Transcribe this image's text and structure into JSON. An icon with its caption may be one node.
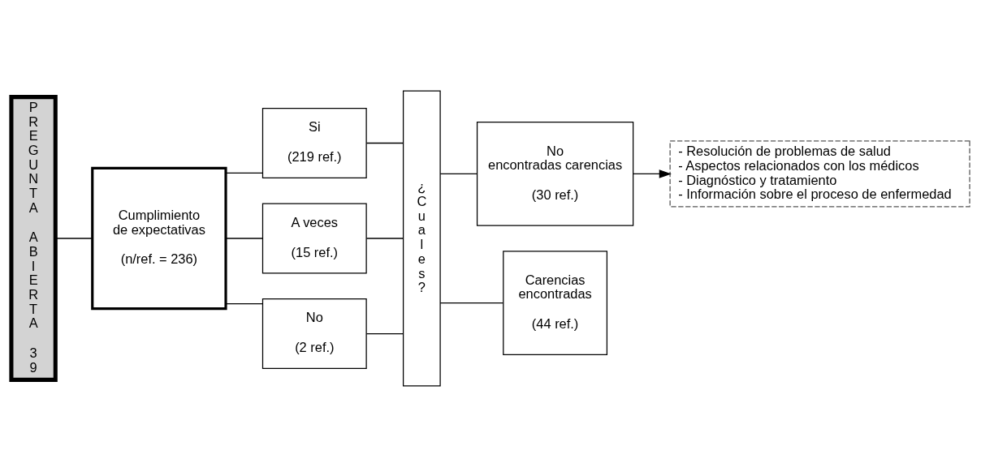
{
  "diagram": {
    "nodes": [
      {
        "text": [
          "PREGUNTA ABIERTA",
          "39"
        ]
      },
      {
        "text": [
          "Cumplimiento de expectativas",
          "(n/ref. = 236)"
        ]
      },
      {
        "text": [
          "Si",
          "(219 ref.)"
        ]
      },
      {
        "text": [
          "A veces",
          "(15 ref.)"
        ]
      },
      {
        "text": [
          "No",
          "(2 ref.)"
        ]
      },
      {
        "text": [
          "¿Cuales?"
        ]
      },
      {
        "text": [
          "No encontradas carencias",
          "(30 ref.)"
        ]
      },
      {
        "text": [
          "Carencias encontradas",
          "(44 ref.)"
        ]
      },
      {
        "text": [
          "- Resolución de problemas de salud",
          "- Aspectos relacionados con los médicos",
          "- Diagnóstico y tratamiento",
          "- Información sobre el proceso de enfermedad"
        ]
      }
    ],
    "edges": [
      {
        "from": 0,
        "to": 1,
        "arrow": "none"
      },
      {
        "from": 1,
        "to": 2,
        "arrow": "none"
      },
      {
        "from": 1,
        "to": 3,
        "arrow": "none"
      },
      {
        "from": 1,
        "to": 4,
        "arrow": "none"
      },
      {
        "from": 2,
        "to": 5,
        "arrow": "none"
      },
      {
        "from": 3,
        "to": 5,
        "arrow": "none"
      },
      {
        "from": 4,
        "to": 5,
        "arrow": "none"
      },
      {
        "from": 5,
        "to": 6,
        "arrow": "none"
      },
      {
        "from": 5,
        "to": 7,
        "arrow": "none"
      },
      {
        "from": 6,
        "to": 8,
        "arrow": "to"
      }
    ]
  }
}
